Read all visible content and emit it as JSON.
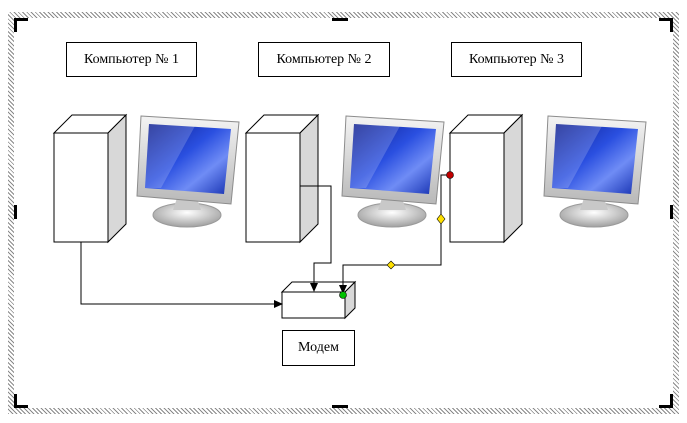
{
  "labels": {
    "pc1": "Компьютер № 1",
    "pc2": "Компьютер № 2",
    "pc3": "Компьютер № 3",
    "modem": "Модем"
  },
  "colors": {
    "line": "#000000",
    "screen_blue": "#1f3fd0",
    "handle_red": "#c00000",
    "handle_yellow": "#ffe000",
    "handle_green": "#00c000",
    "hatch": "#8a8a8a"
  }
}
